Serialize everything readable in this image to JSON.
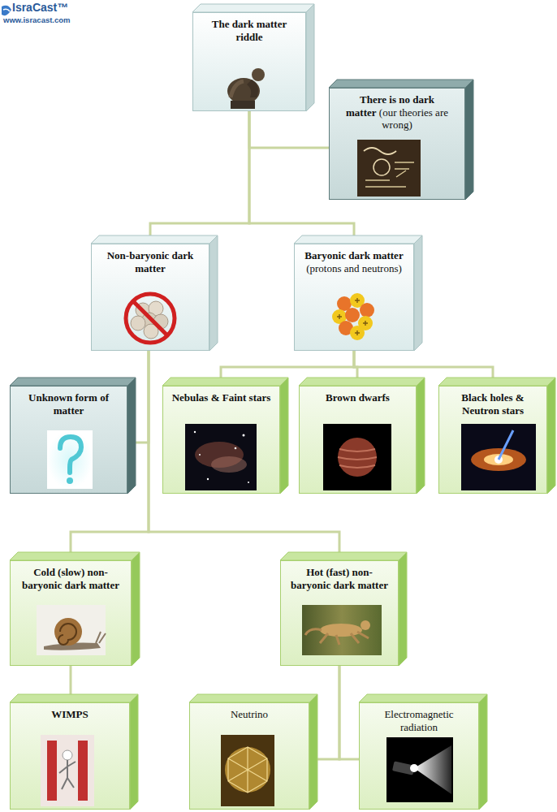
{
  "diagram": {
    "nodes": [
      {
        "text": [
          "The dark matter riddle"
        ]
      },
      {
        "text": [
          "There is no dark matter",
          "(our theories are wrong)"
        ]
      },
      {
        "text": [
          "Non-baryonic dark matter"
        ]
      },
      {
        "text": [
          "Baryonic dark matter",
          "(protons and neutrons)"
        ]
      },
      {
        "text": [
          "Unknown form of matter"
        ]
      },
      {
        "text": [
          "Nebulas & Faint stars"
        ]
      },
      {
        "text": [
          "Brown dwarfs"
        ]
      },
      {
        "text": [
          "Black holes & Neutron stars"
        ]
      },
      {
        "text": [
          "Cold (slow) non-baryonic dark matter"
        ]
      },
      {
        "text": [
          "Hot (fast) non-baryonic dark matter"
        ]
      },
      {
        "text": [
          "WIMPS"
        ]
      },
      {
        "text": [
          "Neutrino"
        ]
      },
      {
        "text": [
          "Electromagnetic radiation"
        ]
      }
    ],
    "edges": [
      {
        "from": 0,
        "to": 1,
        "arrow": "none"
      },
      {
        "from": 0,
        "to": 2,
        "arrow": "none"
      },
      {
        "from": 0,
        "to": 3,
        "arrow": "none"
      },
      {
        "from": 2,
        "to": 4,
        "arrow": "none"
      },
      {
        "from": 3,
        "to": 5,
        "arrow": "none"
      },
      {
        "from": 3,
        "to": 6,
        "arrow": "none"
      },
      {
        "from": 3,
        "to": 7,
        "arrow": "none"
      },
      {
        "from": 2,
        "to": 8,
        "arrow": "none"
      },
      {
        "from": 2,
        "to": 9,
        "arrow": "none"
      },
      {
        "from": 8,
        "to": 10,
        "arrow": "none"
      },
      {
        "from": 9,
        "to": 11,
        "arrow": "none"
      },
      {
        "from": 9,
        "to": 12,
        "arrow": "none"
      }
    ],
    "labels": [
      "IsraCast™",
      "www.isracast.com"
    ]
  }
}
